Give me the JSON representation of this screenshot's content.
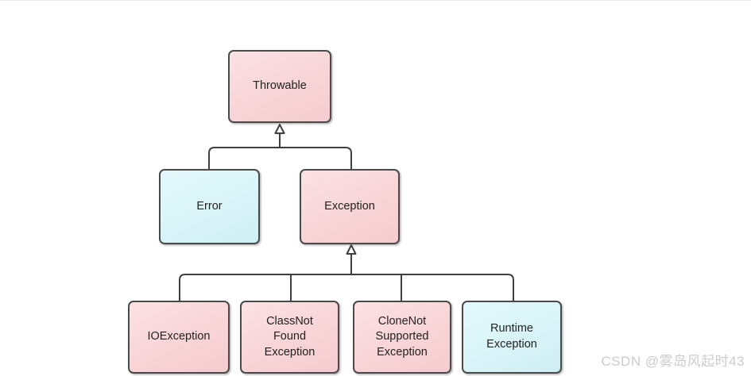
{
  "diagram": {
    "type": "class-hierarchy",
    "nodes": [
      {
        "id": "throwable",
        "label": "Throwable",
        "fill": "pink"
      },
      {
        "id": "error",
        "label": "Error",
        "fill": "cyan"
      },
      {
        "id": "exception",
        "label": "Exception",
        "fill": "pink"
      },
      {
        "id": "io-exception",
        "label": "IOException",
        "fill": "pink"
      },
      {
        "id": "class-not-found-exception",
        "label": "ClassNot\nFound\nException",
        "fill": "pink"
      },
      {
        "id": "clone-not-supported-exception",
        "label": "CloneNot\nSupported\nException",
        "fill": "pink"
      },
      {
        "id": "runtime-exception",
        "label": "Runtime\nException",
        "fill": "cyan"
      }
    ],
    "edges": [
      {
        "from": "error",
        "to": "throwable",
        "style": "hollow-triangle-generalization"
      },
      {
        "from": "exception",
        "to": "throwable",
        "style": "hollow-triangle-generalization"
      },
      {
        "from": "io-exception",
        "to": "exception",
        "style": "hollow-triangle-generalization"
      },
      {
        "from": "class-not-found-exception",
        "to": "exception",
        "style": "hollow-triangle-generalization"
      },
      {
        "from": "clone-not-supported-exception",
        "to": "exception",
        "style": "hollow-triangle-generalization"
      },
      {
        "from": "runtime-exception",
        "to": "exception",
        "style": "hollow-triangle-generalization"
      }
    ],
    "colors": {
      "pink_fill": "#f8d4d7",
      "cyan_fill": "#d9f4f8",
      "node_border": "#4a4a4a",
      "connector_line": "#3f3f3f",
      "label_text": "#222222"
    }
  },
  "watermark": {
    "text": "CSDN @雾岛风起时43",
    "color": "#cccccc"
  }
}
